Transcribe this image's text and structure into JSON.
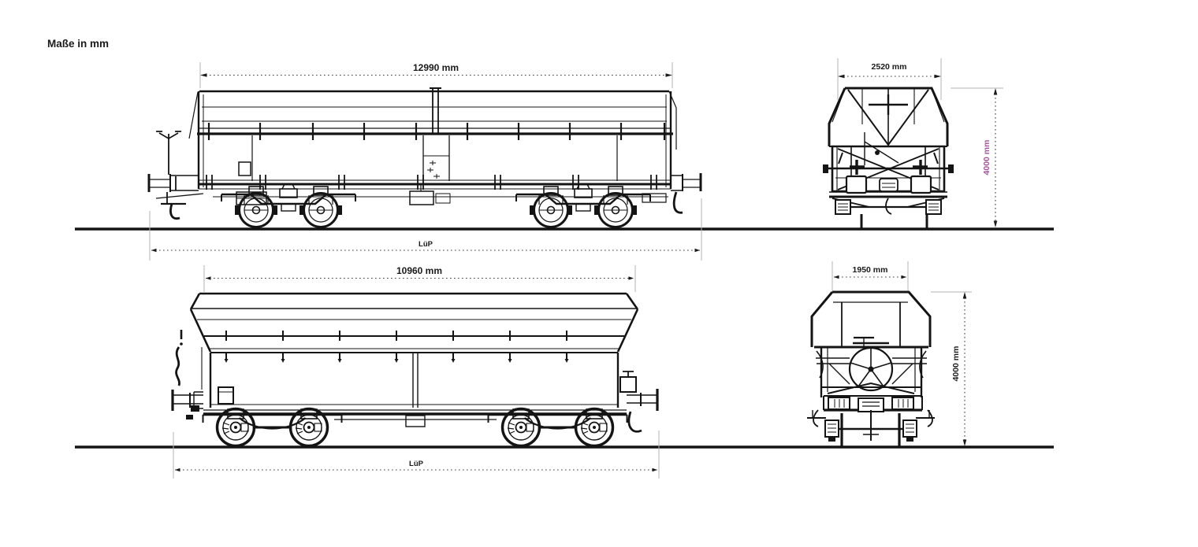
{
  "title": "Maße in mm",
  "dimensions": {
    "wagon1": {
      "body_length": "12990 mm",
      "width": "2520 mm",
      "height": "4000 mm",
      "length_over_buffers": "LüP"
    },
    "wagon2": {
      "body_length": "10960 mm",
      "width": "1950 mm",
      "height": "4000 mm",
      "length_over_buffers": "LüP"
    }
  },
  "colors": {
    "ink": "#141414",
    "dimension_line": "#3c3c3c",
    "extension_line": "#b3b3b3",
    "height_accent_purple": "#a4539e"
  }
}
